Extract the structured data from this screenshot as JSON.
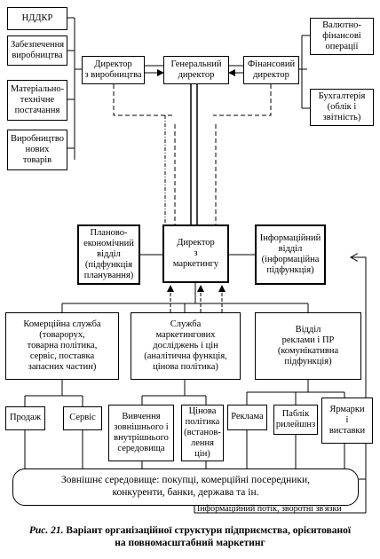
{
  "boxes": {
    "nddkr": "НДДКР",
    "supply_production": "Забезпечення\nвиробництва",
    "material_supply": "Матеріально-\nтехнічне\nпостачання",
    "new_goods": "Виробництво\nнових\nтоварів",
    "director_production": "Директор\nз виробництва",
    "general_director": "Генеральний\nдиректор",
    "finance_director": "Фінансовий\nдиректор",
    "currency_ops": "Валютно-\nфінансові\nоперації",
    "accounting": "Бухгалтерія\n(облік і\nзвітність)",
    "planning_dept": "Планово-\nекономічний\nвідділ\n(підфункція\nпланування)",
    "marketing_director": "Директор\nз\nмаркетингу",
    "info_dept": "Інформаційний\nвідділ\n(інформаційна\nпідфункція)",
    "commercial": "Комерційна служба\n(товарорух,\nтоварна політика,\nсервіс, поставка\nзапасних частин)",
    "research": "Служба\nмаркетингових\nдосліджень і цін\n(аналітична функція,\nцінова політика)",
    "advertising": "Відділ\nреклами і ПР\n(комунікативна\nпідфункція)",
    "sales": "Продаж",
    "service": "Сервіс",
    "environment_study": "Вивчення\nзовнішнього і\nвнутрішнього\nсередовища",
    "pricing": "Цінова\nполітика\n(встанов-\nлення\nцін)",
    "advert": "Реклама",
    "pr": "Паблік\nрилейшнз",
    "fairs": "Ярмарки\nі\nвиставки"
  },
  "environment": "Зовнішнє середовище: покупці, комерційні посередники,\nконкуренти, банки, держава та ін.",
  "flow_note": "Інформаційний потік, зворотні зв'язки",
  "caption": {
    "fig": "Рис. 21.",
    "title_line1": "Варіант організаційної структури підприємства, орієнтованої",
    "title_line2": "на повномасштабний маркетинг"
  }
}
